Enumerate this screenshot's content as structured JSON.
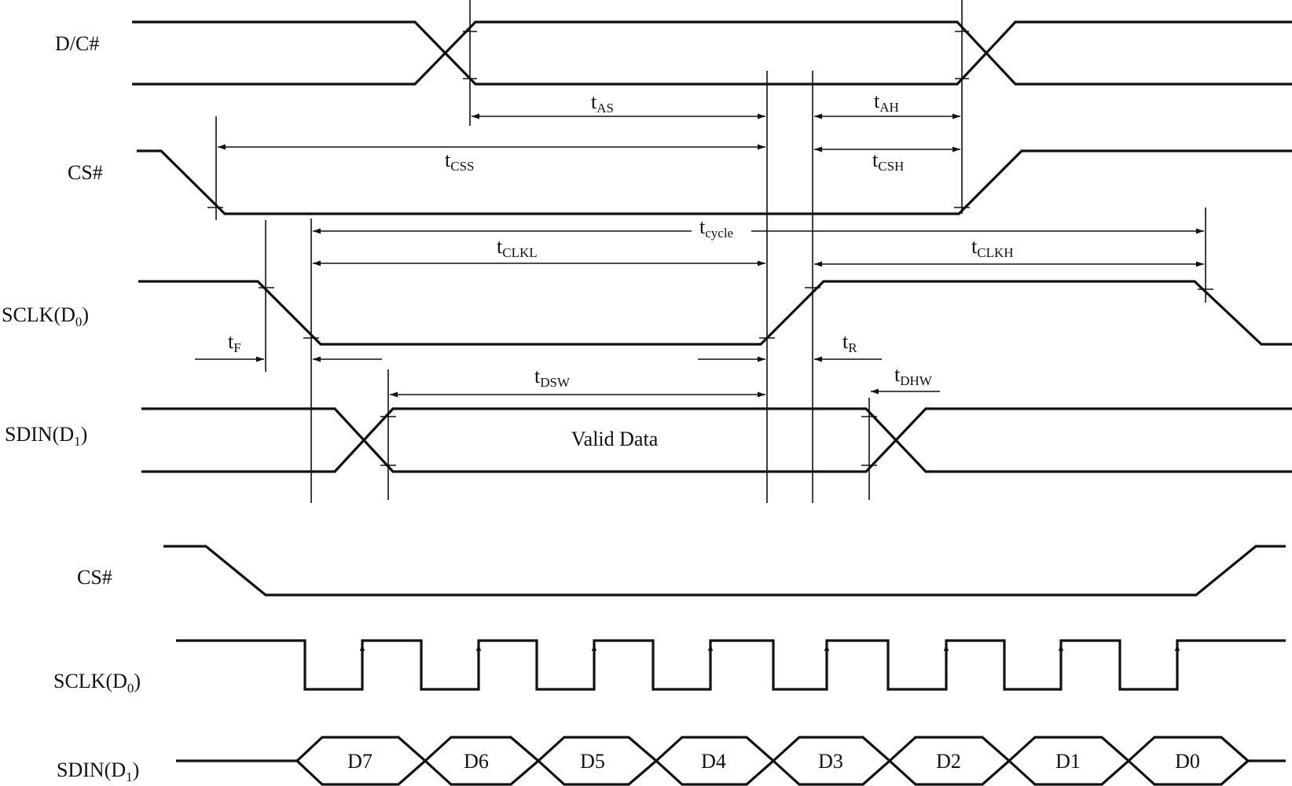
{
  "signals": {
    "dc": "D/C#",
    "cs_top": "CS#",
    "sclk_top": "SCLK(D",
    "sclk_top_sub": "0",
    "sdin_top": "SDIN(D",
    "sdin_top_sub": "1",
    "cs_bottom": "CS#",
    "sclk_bottom": "SCLK(D",
    "sclk_bottom_sub": "0",
    "sdin_bottom": "SDIN(D",
    "sdin_bottom_sub": "1",
    "close_paren": ")"
  },
  "parameters": {
    "t_as": {
      "base": "t",
      "sub": "AS"
    },
    "t_ah": {
      "base": "t",
      "sub": "AH"
    },
    "t_css": {
      "base": "t",
      "sub": "CSS"
    },
    "t_csh": {
      "base": "t",
      "sub": "CSH"
    },
    "t_cycle": {
      "base": "t",
      "sub": "cycle"
    },
    "t_clkl": {
      "base": "t",
      "sub": "CLKL"
    },
    "t_clkh": {
      "base": "t",
      "sub": "CLKH"
    },
    "t_f": {
      "base": "t",
      "sub": "F"
    },
    "t_r": {
      "base": "t",
      "sub": "R"
    },
    "t_dsw": {
      "base": "t",
      "sub": "DSW"
    },
    "t_dhw": {
      "base": "t",
      "sub": "DHW"
    }
  },
  "valid_data": "Valid Data",
  "bits": [
    "D7",
    "D6",
    "D5",
    "D4",
    "D3",
    "D2",
    "D1",
    "D0"
  ]
}
